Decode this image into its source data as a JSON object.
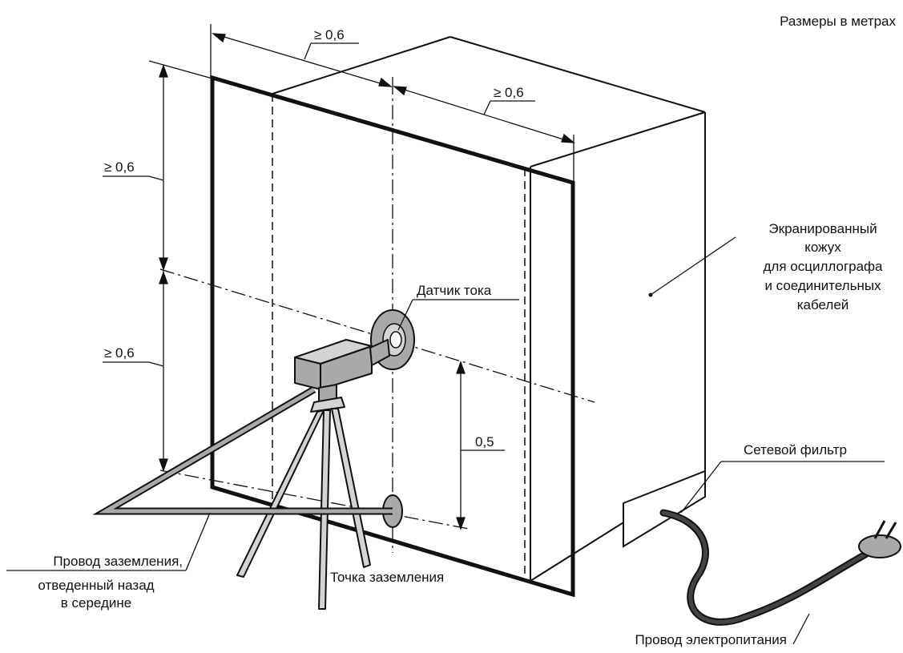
{
  "units_note": "Размеры в метрах",
  "dimensions": {
    "top_width": "≥ 0,6",
    "top_depth": "≥ 0,6",
    "left_upper_height": "≥ 0,6",
    "left_lower_height": "≥ 0,6",
    "probe_height": "0,5"
  },
  "labels": {
    "current_sensor": "Датчик тока",
    "enclosure": [
      "Экранированный",
      "кожух",
      "для осциллографа",
      "и соединительных",
      "кабелей"
    ],
    "line_filter": "Сетевой фильтр",
    "ground_wire": [
      "Провод заземления,",
      "отведенный назад",
      "в середине"
    ],
    "ground_point": "Точка заземления",
    "power_cord": "Провод электропитания"
  },
  "colors": {
    "line": "#111111",
    "gray_fill": "#a9a9a9",
    "light_fill": "#d4d4d4"
  }
}
